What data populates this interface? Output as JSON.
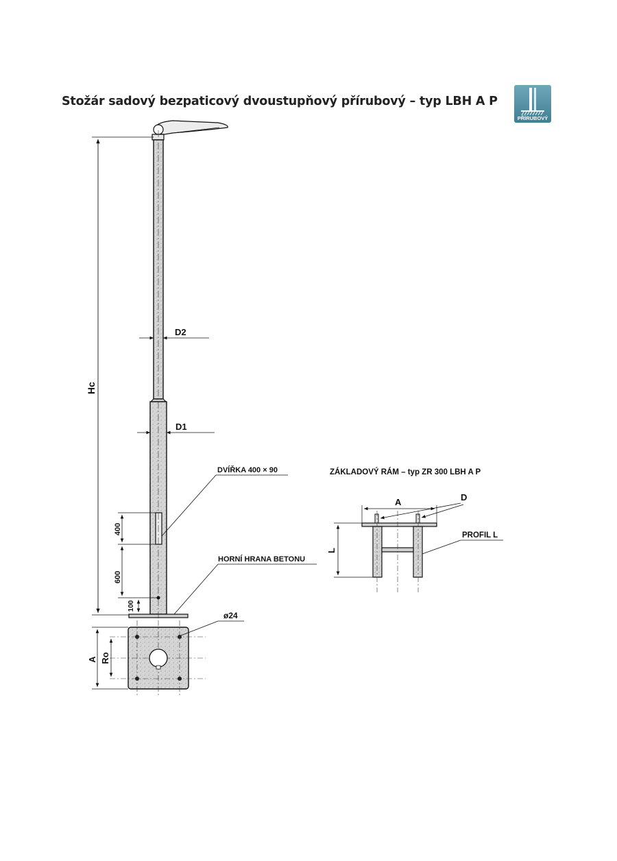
{
  "title": "Stožár sadový bezpaticový dvoustupňový přírubový – typ LBH A P",
  "badge": {
    "label": "PŘÍRUBOVÝ",
    "color": "#4d8aa0"
  },
  "pole": {
    "height_label": "Hc",
    "upper_diameter_label": "D2",
    "lower_diameter_label": "D1",
    "door_label": "DVÍŘKA 400 × 90",
    "door_height": "400",
    "door_offset": "600",
    "bottom_offset": "100",
    "concrete_label": "HORNÍ HRANA BETONU"
  },
  "flange": {
    "hole_label": "ø24",
    "side_label": "A",
    "bolt_spacing_label": "Ro"
  },
  "frame": {
    "title": "ZÁKLADOVÝ RÁM – typ ZR 300 LBH A P",
    "width_label": "A",
    "bolt_label": "D",
    "profile_label": "PROFIL L",
    "length_label": "L"
  }
}
